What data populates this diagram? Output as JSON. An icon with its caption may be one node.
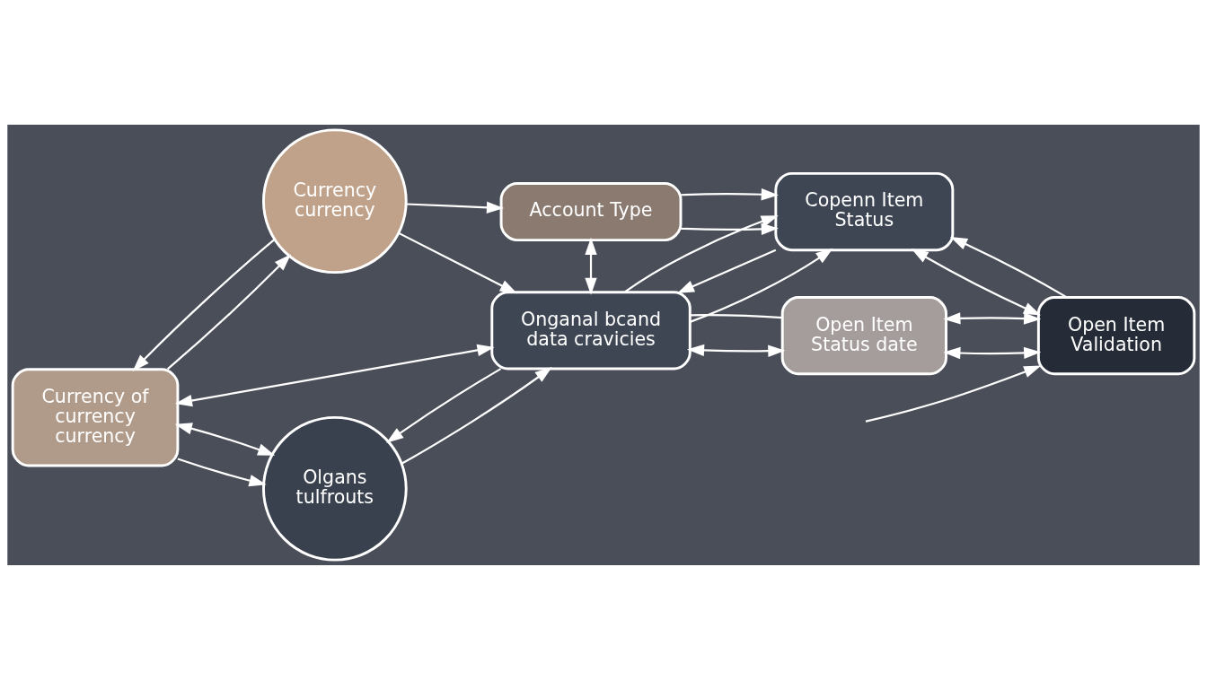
{
  "diagram": {
    "nodes": [
      {
        "text": [
          "Account Type"
        ]
      },
      {
        "text": [
          "Currency currency"
        ]
      },
      {
        "text": [
          "Currency of currency currency"
        ]
      },
      {
        "text": [
          "Onganal bcand data cravicies"
        ]
      },
      {
        "text": [
          "Copenn Item Status"
        ]
      },
      {
        "text": [
          "Open Item Validation"
        ]
      },
      {
        "text": [
          "Olgans tulfrouts"
        ]
      },
      {
        "text": [
          "Open Item Status date"
        ]
      }
    ],
    "edges": [
      {
        "from": 1,
        "to": 0,
        "arrow": "to"
      },
      {
        "from": 1,
        "to": 2,
        "arrow": "to"
      },
      {
        "from": 1,
        "to": 3,
        "arrow": "to"
      },
      {
        "from": 2,
        "to": 1,
        "arrow": "to"
      },
      {
        "from": 0,
        "to": 4,
        "arrow": "to"
      },
      {
        "from": 0,
        "to": 3,
        "arrow": "both"
      },
      {
        "from": 0,
        "to": 4,
        "arrow": "to"
      },
      {
        "from": 2,
        "to": 3,
        "arrow": "both"
      },
      {
        "from": 2,
        "to": 6,
        "arrow": "to"
      },
      {
        "from": 2,
        "to": 6,
        "arrow": "both"
      },
      {
        "from": 6,
        "to": 3,
        "arrow": "to"
      },
      {
        "from": 3,
        "to": 4,
        "arrow": "to"
      },
      {
        "from": 4,
        "to": 3,
        "arrow": "to"
      },
      {
        "from": 3,
        "to": 4,
        "arrow": "to"
      },
      {
        "from": 3,
        "to": 7,
        "arrow": "both"
      },
      {
        "from": 3,
        "to": 7,
        "arrow": "none"
      },
      {
        "from": 3,
        "to": 6,
        "arrow": "to"
      },
      {
        "from": 5,
        "to": 4,
        "arrow": "both"
      },
      {
        "from": 5,
        "to": 4,
        "arrow": "to"
      },
      {
        "from": 7,
        "to": 5,
        "arrow": "both"
      },
      {
        "from": 7,
        "to": 5,
        "arrow": "both"
      },
      {
        "from": null,
        "to": 5,
        "arrow": "to"
      }
    ]
  }
}
